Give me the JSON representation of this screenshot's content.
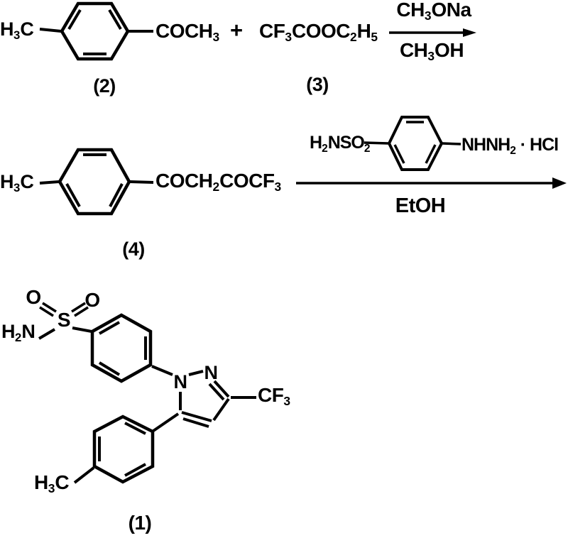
{
  "colors": {
    "ink": "#000000",
    "background": "#ffffff"
  },
  "scheme": {
    "step1": {
      "tolyl_methyl": "H_3_C",
      "acetyl_group": "COCH_3_",
      "plus": "+",
      "ester": "CF_3_COOC_2_H_5_",
      "arrow_above": "CH_3_ONa",
      "arrow_below": "CH_3_OH",
      "compound2_label": "(2)",
      "compound3_label": "(3)"
    },
    "step2": {
      "tolyl_methyl": "H_3_C",
      "diketone_chain": "COCH_2_COCF_3_",
      "compound4_label": "(4)",
      "reagent_sulfonamide": "H_2_NSO_2_",
      "reagent_hydrazine": "NHNH_2_ · HCl",
      "arrow_below": "EtOH"
    },
    "product": {
      "oxygen_left": "O",
      "sulfur": "S",
      "oxygen_right": "O",
      "amide": "H_2_N",
      "pyrazole_n1": "N",
      "pyrazole_n2": "N",
      "trifluoromethyl": "CF_3_",
      "tolyl_methyl": "H_3_C",
      "compound1_label": "(1)"
    }
  }
}
